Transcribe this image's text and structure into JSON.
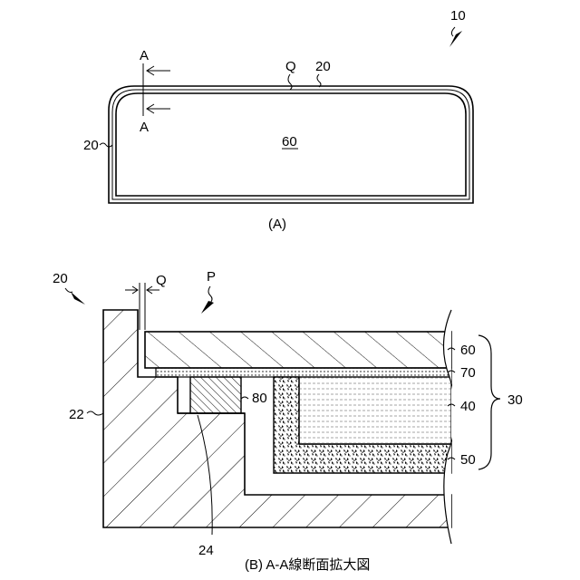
{
  "figure_a": {
    "ref_overall": "10",
    "section_letter_top": "A",
    "section_letter_bottom": "A",
    "label_gap": "Q",
    "label_frame_top": "20",
    "label_frame_left": "20",
    "label_panel": "60",
    "caption": "(A)"
  },
  "figure_b": {
    "label_frame": "20",
    "label_gap": "Q",
    "label_pressure": "P",
    "label_frame_body": "22",
    "label_step": "24",
    "label_panel": "60",
    "label_layer": "70",
    "label_spacer": "80",
    "label_backlight": "40",
    "label_housing": "50",
    "label_assembly": "30",
    "caption": "(B) A-A線断面拡大図"
  }
}
